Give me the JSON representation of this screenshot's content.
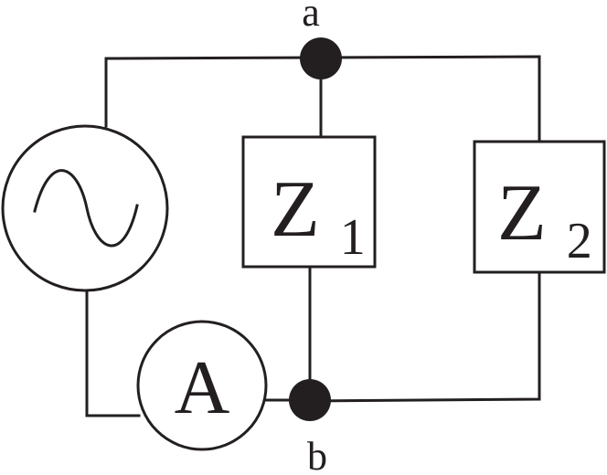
{
  "nodes": {
    "a": "a",
    "b": "b"
  },
  "impedances": [
    {
      "symbol": "Z",
      "subscript": "1"
    },
    {
      "symbol": "Z",
      "subscript": "2"
    }
  ],
  "ammeter": {
    "label": "A"
  },
  "source": {
    "icon": "sine-wave-icon"
  },
  "colors": {
    "line": "#231f20",
    "background": "#ffffff"
  }
}
